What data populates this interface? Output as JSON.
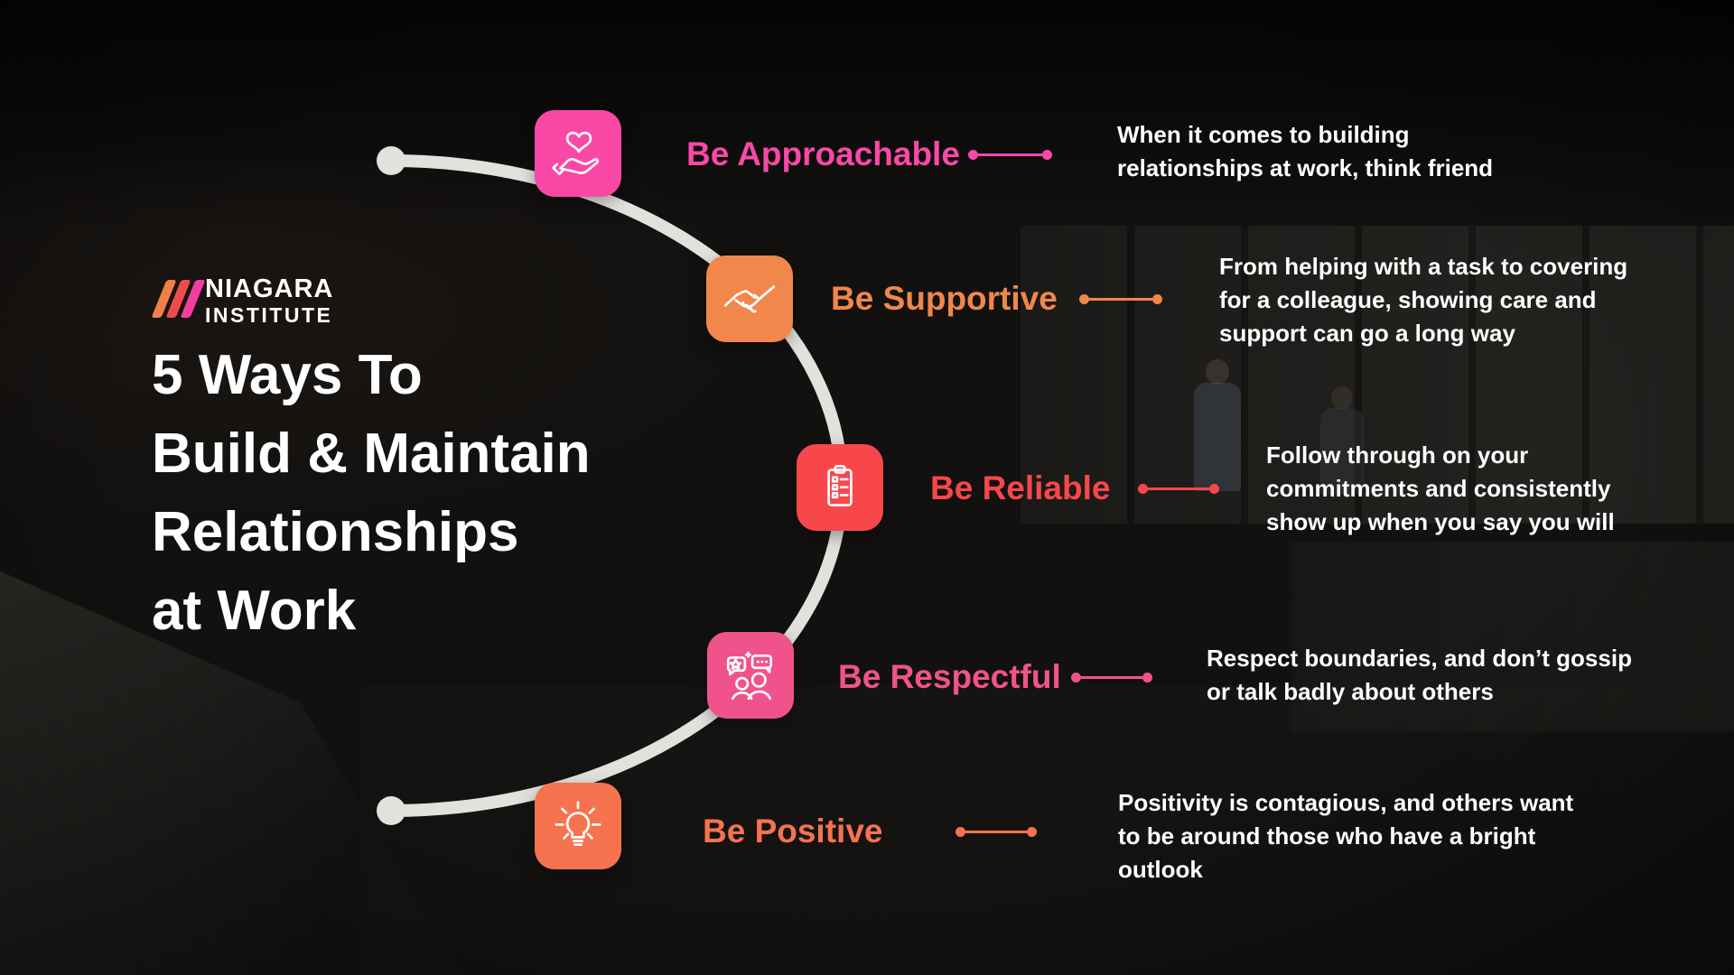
{
  "brand": {
    "name_line1": "NIAGARA",
    "name_line2": "INSTITUTE",
    "logo_slash_colors": [
      "#F08048",
      "#EF4B4B",
      "#F03F9E"
    ]
  },
  "title": {
    "lines": [
      "5 Ways To",
      "Build & Maintain",
      "Relationships",
      "at Work"
    ],
    "color": "#FFFFFF"
  },
  "journey": {
    "arc_color": "#E3E1DD",
    "endpoint_dot_color": "#E3E1DD"
  },
  "steps": [
    {
      "label": "Be Approachable",
      "icon": "hand-heart-icon",
      "color": "#FA48A6",
      "description_lines": [
        "When it comes to building",
        "relationships at work, think friend"
      ]
    },
    {
      "label": "Be Supportive",
      "icon": "handshake-icon",
      "color": "#F1874B",
      "description_lines": [
        "From helping with a task to covering",
        "for a colleague, showing care and",
        "support can go a long way"
      ]
    },
    {
      "label": "Be Reliable",
      "icon": "clipboard-checklist-icon",
      "color": "#F8474B",
      "description_lines": [
        "Follow through on your",
        "commitments and consistently",
        "show up when you say you will"
      ]
    },
    {
      "label": "Be Respectful",
      "icon": "people-chat-icon",
      "color": "#F0538B",
      "description_lines": [
        "Respect boundaries, and don’t gossip",
        "or talk badly about others"
      ]
    },
    {
      "label": "Be Positive",
      "icon": "lightbulb-icon",
      "color": "#F5734F",
      "description_lines": [
        "Positivity is contagious, and others want",
        "to be around those who have a bright",
        "outlook"
      ]
    }
  ],
  "description_text_color": "#FFFFFF"
}
